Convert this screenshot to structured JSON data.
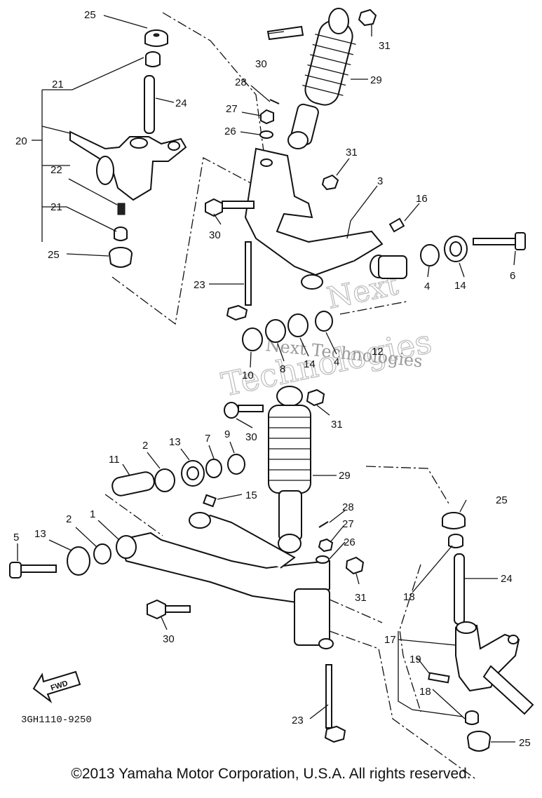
{
  "diagram": {
    "part_labels": [
      {
        "id": "p25a",
        "text": "25"
      },
      {
        "id": "p21a",
        "text": "21"
      },
      {
        "id": "p24a",
        "text": "24"
      },
      {
        "id": "p20",
        "text": "20"
      },
      {
        "id": "p22",
        "text": "22"
      },
      {
        "id": "p21b",
        "text": "21"
      },
      {
        "id": "p25b",
        "text": "25"
      },
      {
        "id": "p30a",
        "text": "30"
      },
      {
        "id": "p31a",
        "text": "31"
      },
      {
        "id": "p29a",
        "text": "29"
      },
      {
        "id": "p28a",
        "text": "28"
      },
      {
        "id": "p27a",
        "text": "27"
      },
      {
        "id": "p26a",
        "text": "26"
      },
      {
        "id": "p31b",
        "text": "31"
      },
      {
        "id": "p3",
        "text": "3"
      },
      {
        "id": "p16",
        "text": "16"
      },
      {
        "id": "p30b",
        "text": "30"
      },
      {
        "id": "p23a",
        "text": "23"
      },
      {
        "id": "p4a",
        "text": "4"
      },
      {
        "id": "p14a",
        "text": "14"
      },
      {
        "id": "p6",
        "text": "6"
      },
      {
        "id": "p10",
        "text": "10"
      },
      {
        "id": "p8",
        "text": "8"
      },
      {
        "id": "p14b",
        "text": "14"
      },
      {
        "id": "p4b",
        "text": "4"
      },
      {
        "id": "p12",
        "text": "12"
      },
      {
        "id": "p30c",
        "text": "30"
      },
      {
        "id": "p31c",
        "text": "31"
      },
      {
        "id": "p11",
        "text": "11"
      },
      {
        "id": "p2a",
        "text": "2"
      },
      {
        "id": "p13a",
        "text": "13"
      },
      {
        "id": "p7",
        "text": "7"
      },
      {
        "id": "p9",
        "text": "9"
      },
      {
        "id": "p29b",
        "text": "29"
      },
      {
        "id": "p15",
        "text": "15"
      },
      {
        "id": "p25c",
        "text": "25"
      },
      {
        "id": "p5",
        "text": "5"
      },
      {
        "id": "p13b",
        "text": "13"
      },
      {
        "id": "p2b",
        "text": "2"
      },
      {
        "id": "p1",
        "text": "1"
      },
      {
        "id": "p28b",
        "text": "28"
      },
      {
        "id": "p27b",
        "text": "27"
      },
      {
        "id": "p26b",
        "text": "26"
      },
      {
        "id": "p31d",
        "text": "31"
      },
      {
        "id": "p24b",
        "text": "24"
      },
      {
        "id": "p18a",
        "text": "18"
      },
      {
        "id": "p30d",
        "text": "30"
      },
      {
        "id": "p17",
        "text": "17"
      },
      {
        "id": "p19",
        "text": "19"
      },
      {
        "id": "p18b",
        "text": "18"
      },
      {
        "id": "p23b",
        "text": "23"
      },
      {
        "id": "p25d",
        "text": "25"
      }
    ],
    "fwd_label": "FWD",
    "diagram_code": "3GH1110-9250",
    "watermark": {
      "line1": "Next",
      "line2": "Technologies",
      "overlay": "Next Technologies"
    }
  },
  "footer": {
    "copyright": "©2013 Yamaha Motor Corporation, U.S.A. All rights reserved."
  }
}
